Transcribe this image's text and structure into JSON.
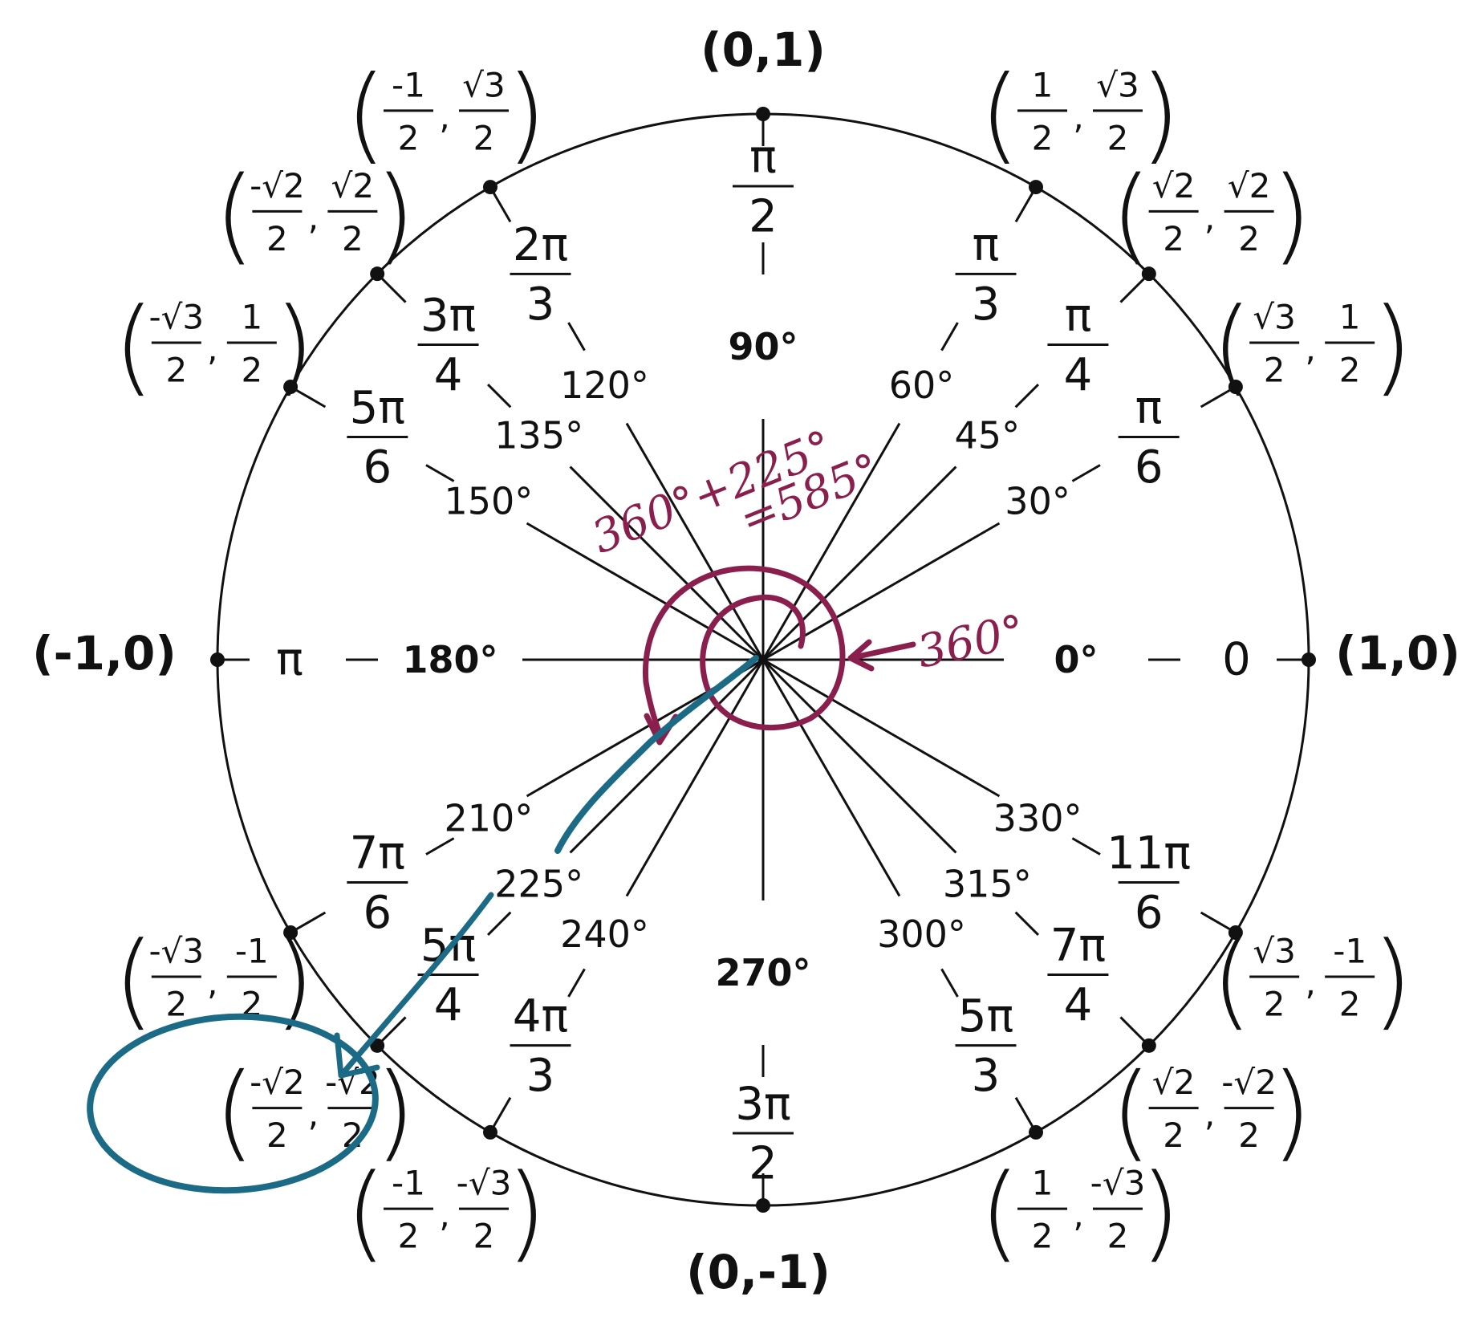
{
  "colors": {
    "ink": "#111111",
    "annotation_red": "#8a1f4e",
    "annotation_teal": "#1c6b86"
  },
  "axis_points": {
    "top": "(0,1)",
    "bottom": "(0,-1)",
    "left": "(-1,0)",
    "right": "(1,0)"
  },
  "angles": [
    {
      "deg": 0,
      "deg_label": "0°",
      "num": "0",
      "den": "",
      "bold": true
    },
    {
      "deg": 30,
      "deg_label": "30°",
      "num": "π",
      "den": "6",
      "bold": false
    },
    {
      "deg": 45,
      "deg_label": "45°",
      "num": "π",
      "den": "4",
      "bold": false
    },
    {
      "deg": 60,
      "deg_label": "60°",
      "num": "π",
      "den": "3",
      "bold": false
    },
    {
      "deg": 90,
      "deg_label": "90°",
      "num": "π",
      "den": "2",
      "bold": true
    },
    {
      "deg": 120,
      "deg_label": "120°",
      "num": "2π",
      "den": "3",
      "bold": false
    },
    {
      "deg": 135,
      "deg_label": "135°",
      "num": "3π",
      "den": "4",
      "bold": false
    },
    {
      "deg": 150,
      "deg_label": "150°",
      "num": "5π",
      "den": "6",
      "bold": false
    },
    {
      "deg": 180,
      "deg_label": "180°",
      "num": "π",
      "den": "",
      "bold": true
    },
    {
      "deg": 210,
      "deg_label": "210°",
      "num": "7π",
      "den": "6",
      "bold": false
    },
    {
      "deg": 225,
      "deg_label": "225°",
      "num": "5π",
      "den": "4",
      "bold": false
    },
    {
      "deg": 240,
      "deg_label": "240°",
      "num": "4π",
      "den": "3",
      "bold": false
    },
    {
      "deg": 270,
      "deg_label": "270°",
      "num": "3π",
      "den": "2",
      "bold": true
    },
    {
      "deg": 300,
      "deg_label": "300°",
      "num": "5π",
      "den": "3",
      "bold": false
    },
    {
      "deg": 315,
      "deg_label": "315°",
      "num": "7π",
      "den": "4",
      "bold": false
    },
    {
      "deg": 330,
      "deg_label": "330°",
      "num": "11π",
      "den": "6",
      "bold": false
    }
  ],
  "coordinates": [
    {
      "deg": 30,
      "x_num": "√3",
      "x_den": "2",
      "y_num": "1",
      "y_den": "2"
    },
    {
      "deg": 45,
      "x_num": "√2",
      "x_den": "2",
      "y_num": "√2",
      "y_den": "2"
    },
    {
      "deg": 60,
      "x_num": "1",
      "x_den": "2",
      "y_num": "√3",
      "y_den": "2"
    },
    {
      "deg": 120,
      "x_num": "-1",
      "x_den": "2",
      "y_num": "√3",
      "y_den": "2"
    },
    {
      "deg": 135,
      "x_num": "-√2",
      "x_den": "2",
      "y_num": "√2",
      "y_den": "2"
    },
    {
      "deg": 150,
      "x_num": "-√3",
      "x_den": "2",
      "y_num": "1",
      "y_den": "2"
    },
    {
      "deg": 210,
      "x_num": "-√3",
      "x_den": "2",
      "y_num": "-1",
      "y_den": "2"
    },
    {
      "deg": 225,
      "x_num": "-√2",
      "x_den": "2",
      "y_num": "-√2",
      "y_den": "2"
    },
    {
      "deg": 240,
      "x_num": "-1",
      "x_den": "2",
      "y_num": "-√3",
      "y_den": "2"
    },
    {
      "deg": 300,
      "x_num": "1",
      "x_den": "2",
      "y_num": "-√3",
      "y_den": "2"
    },
    {
      "deg": 315,
      "x_num": "√2",
      "x_den": "2",
      "y_num": "-√2",
      "y_den": "2"
    },
    {
      "deg": 330,
      "x_num": "√3",
      "x_den": "2",
      "y_num": "-1",
      "y_den": "2"
    }
  ],
  "annotations": {
    "sum_line1": "360°+225°",
    "sum_line2": "=585°",
    "full_turn": "360°"
  }
}
